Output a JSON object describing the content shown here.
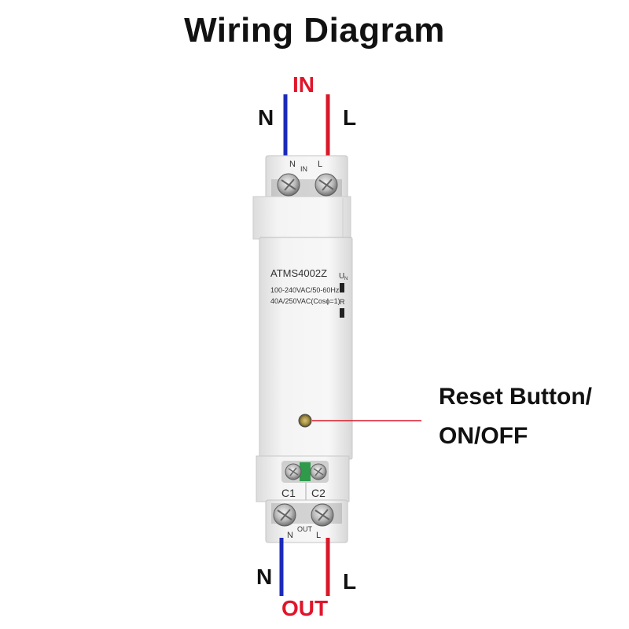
{
  "title": "Wiring Diagram",
  "input": {
    "label": "IN",
    "neutral": "N",
    "live": "L"
  },
  "output": {
    "label": "OUT",
    "neutral": "N",
    "live": "L"
  },
  "device": {
    "model": "ATMS4002Z",
    "spec_line1": "100-240VAC/50-60Hz",
    "spec_line2": "40A/250VAC(Cosϕ=1)",
    "indicator_un": "U",
    "indicator_un_sub": "N",
    "indicator_r": "R",
    "terminal_in_label": "IN",
    "terminal_in_n": "N",
    "terminal_in_l": "L",
    "terminal_out_label": "OUT",
    "terminal_out_n": "N",
    "terminal_out_l": "L",
    "contact_c1": "C1",
    "contact_c2": "C2"
  },
  "callout": {
    "line1": "Reset Button/",
    "line2": "ON/OFF"
  },
  "colors": {
    "neutral_wire": "#1a2bb8",
    "live_wire": "#d9182a",
    "accent": "#e0152b"
  }
}
